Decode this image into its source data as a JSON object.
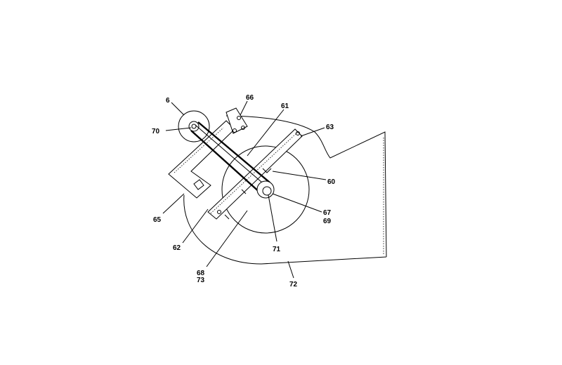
{
  "labels": {
    "l6": "6",
    "l66": "66",
    "l61": "61",
    "l63": "63",
    "l70": "70",
    "l60": "60",
    "l65": "65",
    "l67": "67",
    "l69": "69",
    "l62": "62",
    "l71": "71",
    "l68": "68",
    "l73": "73",
    "l72": "72"
  }
}
